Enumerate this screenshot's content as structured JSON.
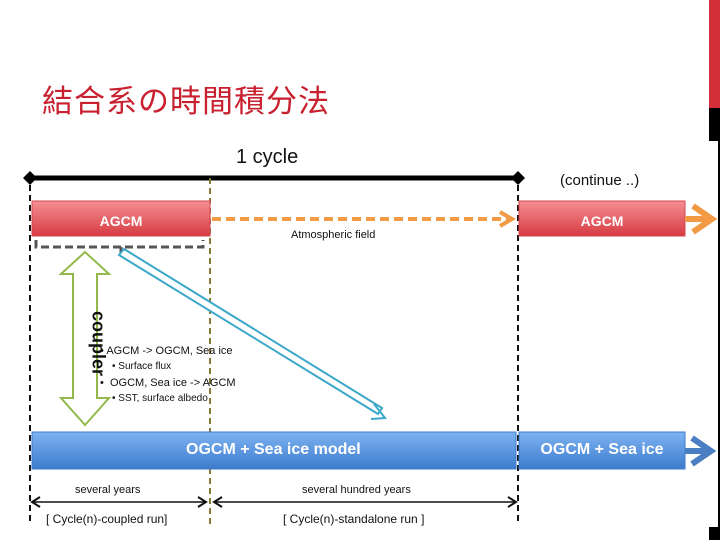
{
  "slide": {
    "title": "結合系の時間積分法"
  },
  "diagram": {
    "cycle_label": "1 cycle",
    "continue_label": "(continue ..)",
    "atmosphere_arrow_label": "Atmospheric field",
    "agcm_box_label": "AGCM",
    "agcm_next_box_label": "AGCM",
    "ogcm_box_label": "OGCM + Sea ice model",
    "ogcm_next_box_label": "OGCM + Sea ice",
    "coupler_label": "coupler",
    "exchange_bullets": [
      {
        "level": 1,
        "text": "AGCM -> OGCM, Sea ice"
      },
      {
        "level": 2,
        "text": "Surface flux"
      },
      {
        "level": 1,
        "text": "OGCM, Sea ice -> AGCM"
      },
      {
        "level": 2,
        "text": "SST, surface albedo"
      }
    ],
    "coupled_duration_label": "several years",
    "standalone_duration_label": "several hundred years",
    "coupled_run_label": "[ Cycle(n)-coupled run]",
    "standalone_run_label": "[ Cycle(n)-standalone run ]"
  },
  "colors": {
    "title": "#c8202f",
    "accent_red": "#d32f3a",
    "agcm_fill": "#e0555c",
    "ogcm_fill": "#4a86d4",
    "atmosphere_arrow": "#f39a45",
    "coupler_arrow": "#92b94a",
    "transfer_arrow": "#3aa7c9"
  }
}
